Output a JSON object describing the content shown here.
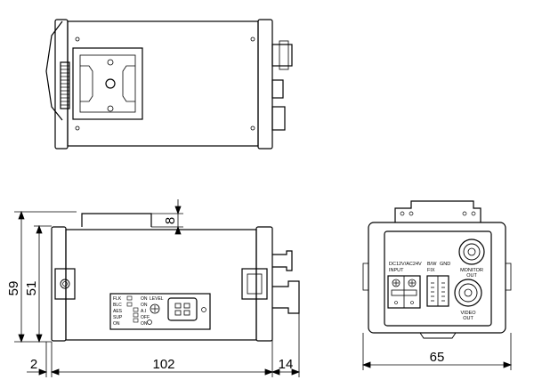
{
  "dimensions": {
    "height_outer": "59",
    "height_inner": "51",
    "top_offset": "8",
    "lens_mount_depth": "2",
    "body_length": "102",
    "connector_depth": "14",
    "width": "65"
  },
  "switch_panel": {
    "rows": [
      {
        "left": "FLK",
        "right": "ON"
      },
      {
        "left": "BLC",
        "right": "ON"
      },
      {
        "left": "AES",
        "right": "A.I"
      },
      {
        "left": "SUP",
        "right": "OFF"
      },
      {
        "left": "ON",
        "right": "ON"
      }
    ],
    "level_label": "LEVEL"
  },
  "rear_panel": {
    "power_label_line1": "DC12V/AC24V",
    "power_label_line2": "INPUT",
    "fix_label_line1": "B/W",
    "fix_label_line2": "FIX",
    "gnd_label": "GND",
    "monitor_label_line1": "MONITOR",
    "monitor_label_line2": "OUT",
    "video_label_line1": "VIDEO",
    "video_label_line2": "OUT"
  }
}
